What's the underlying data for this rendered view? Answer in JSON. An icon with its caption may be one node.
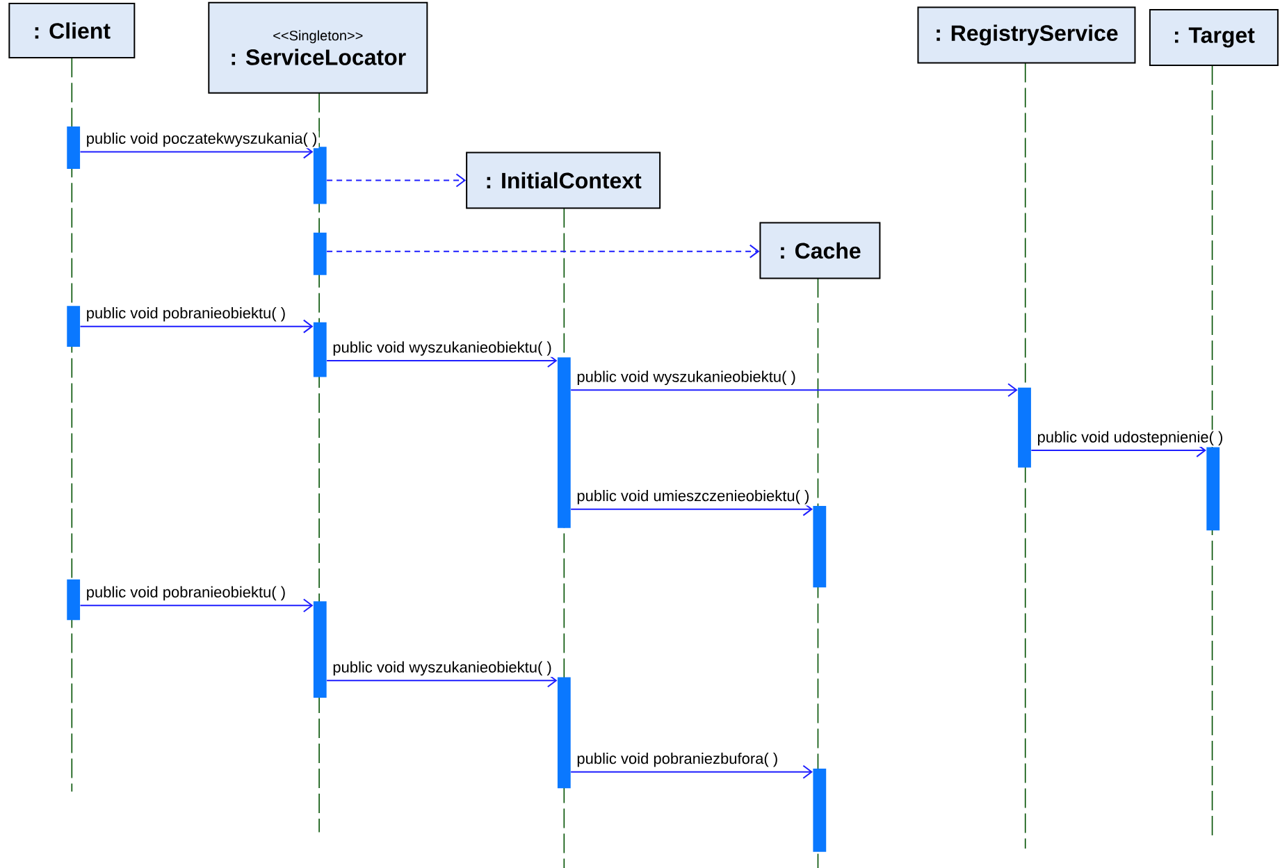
{
  "diagram": {
    "nodes": [
      {
        "text": [
          ": Client"
        ]
      },
      {
        "text": [
          "<<Singleton>>",
          ": ServiceLocator"
        ]
      },
      {
        "text": [
          ": RegistryService"
        ]
      },
      {
        "text": [
          ": Target"
        ]
      },
      {
        "text": [
          ": InitialContext"
        ]
      },
      {
        "text": [
          ": Cache"
        ]
      },
      {
        "text": [],
        "shape": "bar"
      },
      {
        "text": [],
        "shape": "bar"
      },
      {
        "text": [],
        "shape": "bar"
      },
      {
        "text": [],
        "shape": "bar"
      },
      {
        "text": [],
        "shape": "bar"
      },
      {
        "text": [],
        "shape": "bar"
      },
      {
        "text": [],
        "shape": "bar"
      },
      {
        "text": [],
        "shape": "bar"
      },
      {
        "text": [],
        "shape": "bar"
      },
      {
        "text": [],
        "shape": "bar"
      },
      {
        "text": [],
        "shape": "bar"
      },
      {
        "text": [],
        "shape": "bar"
      },
      {
        "text": [],
        "shape": "bar"
      }
    ],
    "edges": [
      {
        "from": 6,
        "to": 9,
        "arrow": "to",
        "label": "public void poczatekwyszukania( )"
      },
      {
        "from": 9,
        "to": 4,
        "arrow": "to",
        "style": "dashed"
      },
      {
        "from": 10,
        "to": 5,
        "arrow": "to",
        "style": "dashed"
      },
      {
        "from": 7,
        "to": 11,
        "arrow": "to",
        "label": "public void pobranieobiektu( )"
      },
      {
        "from": 11,
        "to": 13,
        "arrow": "to",
        "label": "public void wyszukanieobiektu( )"
      },
      {
        "from": 13,
        "to": 17,
        "arrow": "to",
        "label": "public void wyszukanieobiektu( )"
      },
      {
        "from": 17,
        "to": 18,
        "arrow": "to",
        "label": "public void udostepnienie( )"
      },
      {
        "from": 13,
        "to": 15,
        "arrow": "to",
        "label": "public void umieszczenieobiektu( )"
      },
      {
        "from": 8,
        "to": 12,
        "arrow": "to",
        "label": "public void pobranieobiektu( )"
      },
      {
        "from": 12,
        "to": 14,
        "arrow": "to",
        "label": "public void wyszukanieobiektu( )"
      },
      {
        "from": 14,
        "to": 16,
        "arrow": "to",
        "label": "public void pobraniezbufora( )"
      }
    ]
  }
}
